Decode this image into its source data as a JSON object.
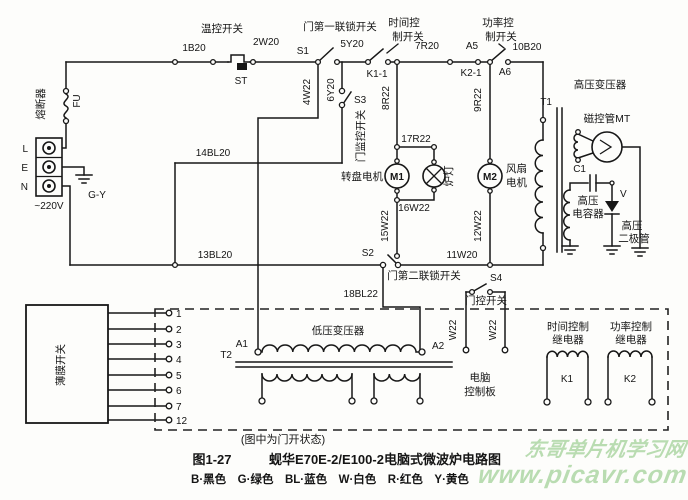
{
  "power": {
    "l": "L",
    "e": "E",
    "n": "N",
    "voltage": "~220V",
    "ground": "G-Y",
    "fuse_name": "熔断器",
    "fuse_code": "FU"
  },
  "top": {
    "thermal_switch": "温控开关",
    "w_1b20": "1B20",
    "st": "ST",
    "w_2w20": "2W20",
    "door1_switch": "门第一联锁开关",
    "s1": "S1",
    "w_5y20": "5Y20",
    "k1_contact": "K1-1",
    "time_switch_l1": "时间控",
    "time_switch_l2": "制开关",
    "w_7r20": "7R20",
    "a5": "A5",
    "k2_contact": "K2-1",
    "a6": "A6",
    "power_switch_l1": "功率控",
    "power_switch_l2": "制开关",
    "w_10b20": "10B20"
  },
  "mid": {
    "w_4w22": "4W22",
    "w_6y20": "6Y20",
    "s3": "S3",
    "door_monitor": "门监控开关",
    "w_8r22": "8R22",
    "w_14bl20": "14BL20",
    "w_13bl20": "13BL20",
    "w_17r22": "17R22",
    "turntable_motor": "转盘电机",
    "m1": "M1",
    "lamp": "炉灯",
    "w_16w22": "16W22",
    "w_15w22": "15W22",
    "s2": "S2",
    "door2_switch": "门第二联锁开关",
    "w_18bl22": "18BL22",
    "w_11w20": "11W20",
    "w_9r22": "9R22",
    "m2": "M2",
    "fan_l1": "风扇",
    "fan_l2": "电机",
    "w_12w22": "12W22"
  },
  "hv": {
    "transformer": "高压变压器",
    "t1": "T1",
    "magnetron": "磁控管MT",
    "c1": "C1",
    "cap_l1": "高压",
    "cap_l2": "电容器",
    "v": "V",
    "diode_l1": "高压",
    "diode_l2": "二极管"
  },
  "board": {
    "membrane": "薄膜开关",
    "terminals": [
      "1",
      "2",
      "3",
      "4",
      "5",
      "6",
      "7",
      "12"
    ],
    "lv_transformer": "低压变压器",
    "t2": "T2",
    "a1": "A1",
    "a2": "A2",
    "door_switch": "门控开关",
    "s4": "S4",
    "w22a": "W22",
    "w22b": "W22",
    "board_l1": "电脑",
    "board_l2": "控制板",
    "k1_relay_l1": "时间控制",
    "k1_relay_l2": "继电器",
    "k1": "K1",
    "k2_relay_l1": "功率控制",
    "k2_relay_l2": "继电器",
    "k2": "K2"
  },
  "caption": {
    "note": "(图中为门开状态)",
    "fig": "图1-27",
    "title": "蚬华E70E-2/E100-2电脑式微波炉电路图",
    "legend": "B·黑色　G·绿色　BL·蓝色　W·白色　R·红色　Y·黄色"
  },
  "watermark": {
    "line1": "东哥单片机学习网",
    "line2": "www.picavr.com",
    "color": "#abd5a2"
  }
}
